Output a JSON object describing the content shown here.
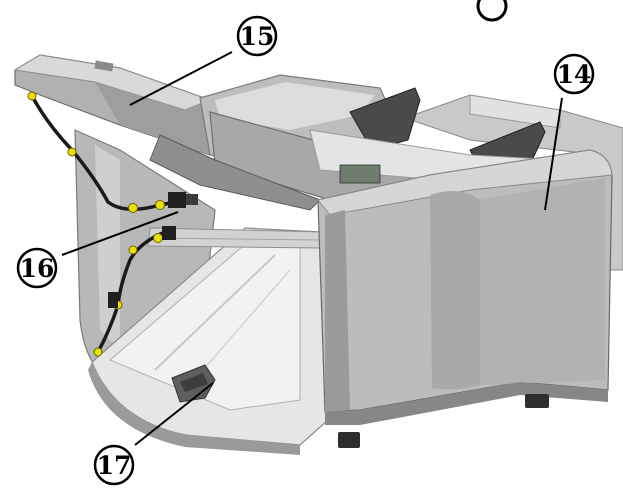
{
  "diagram": {
    "callouts": [
      {
        "id": "15",
        "label": "⑮",
        "part": "top-cover"
      },
      {
        "id": "14",
        "label": "⑭",
        "part": "side-cover"
      },
      {
        "id": "16",
        "label": "⑯",
        "part": "cable-connector"
      },
      {
        "id": "17",
        "label": "⑰",
        "part": "exit-tray"
      }
    ],
    "colors": {
      "body_light": "#d9d9d9",
      "body_mid": "#b5b5b5",
      "body_dark": "#8e8e8e",
      "shadow": "#5a5a5a",
      "cable": "#1a1a1a",
      "cable_tie": "#e9e200",
      "leader": "#000000"
    }
  }
}
